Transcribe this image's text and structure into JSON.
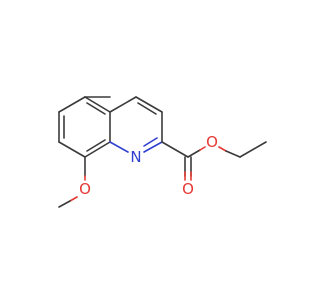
{
  "molecule": {
    "atoms": {
      "nitrogen": {
        "symbol": "N",
        "color": "#2f3fd0"
      },
      "methoxy_oxygen": {
        "symbol": "O",
        "color": "#e53935"
      },
      "carbonyl_oxygen": {
        "symbol": "O",
        "color": "#e53935"
      },
      "ester_oxygen": {
        "symbol": "O",
        "color": "#e53935"
      }
    },
    "bond_color": "#3a3a3a"
  }
}
